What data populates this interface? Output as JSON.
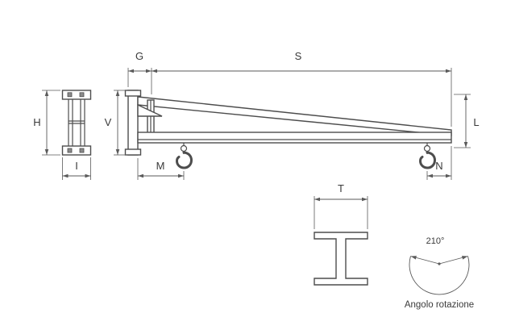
{
  "drawing": {
    "dimension_labels": {
      "g": "G",
      "s": "S",
      "h": "H",
      "v": "V",
      "i": "I",
      "l": "L",
      "m": "M",
      "n": "N",
      "t": "T"
    },
    "rotation": {
      "angle": "210°",
      "caption": "Angolo rotazione"
    },
    "colors": {
      "outline": "#4d4d4d",
      "dimension": "#5a5a5a",
      "text": "#3a3a3a",
      "background": "#ffffff"
    }
  }
}
